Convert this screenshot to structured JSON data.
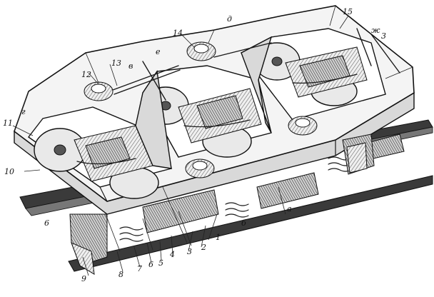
{
  "callouts": {
    "c1": "1",
    "c2": "2",
    "c3": "3",
    "c4": "4",
    "c5": "5",
    "c6": "6",
    "c7": "7",
    "c8": "8",
    "c9": "9",
    "c10": "10",
    "c11": "11",
    "c12": "12",
    "c13": "13",
    "c14": "14",
    "c15": "15",
    "ca": "а",
    "cb": "б",
    "cv": "в",
    "cg": "г",
    "cd": "д",
    "ce": "е",
    "cstar": "ж"
  }
}
